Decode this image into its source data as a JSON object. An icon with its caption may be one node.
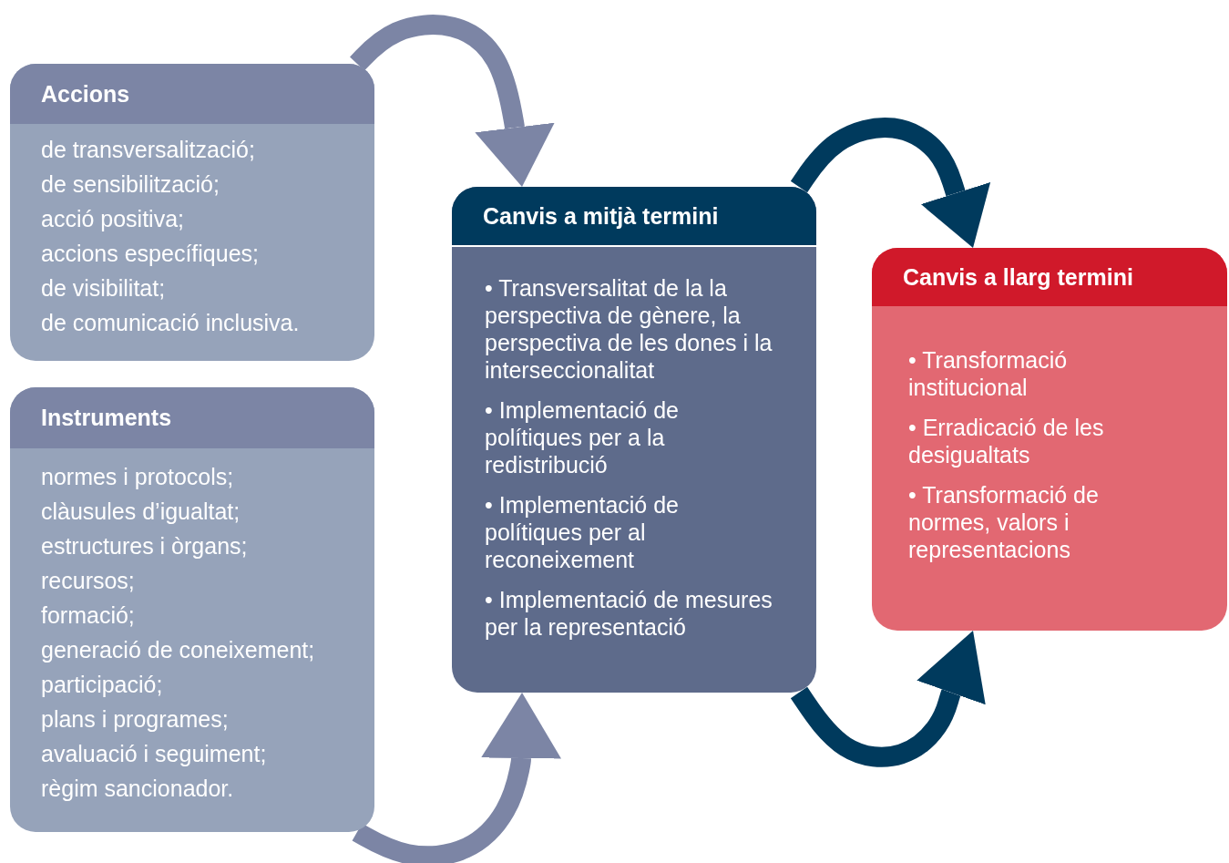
{
  "diagram": {
    "nodes": [
      {
        "text": [
          "Accions",
          "de transversalització;",
          "de sensibilització;",
          "acció positiva;",
          "accions específiques;",
          "de visibilitat;",
          "de comunicació inclusiva."
        ]
      },
      {
        "text": [
          "Instruments",
          "normes i protocols;",
          "clàusules d’igualtat;",
          "estructures i òrgans;",
          "recursos;",
          "formació;",
          "generació de coneixement;",
          "participació;",
          "plans i programes;",
          "avaluació i seguiment;",
          "règim sancionador."
        ]
      },
      {
        "text": [
          "Canvis a mitjà termini",
          "• Transversalitat de la la perspectiva de gènere, la perspectiva de les dones i la interseccionalitat",
          "• Implementació de polítiques per a la redistribució",
          "• Implementació de polítiques per al reconeixement",
          "• Implementació de mesures per la representació"
        ]
      },
      {
        "text": [
          "Canvis a llarg termini",
          "• Transformació institucional",
          "• Erradicació de les desigualtats",
          "• Transformació de normes, valors i representacions"
        ]
      }
    ],
    "edges": [
      {
        "from": 0,
        "to": 2,
        "arrow": "to",
        "color": "#7c85a5"
      },
      {
        "from": 1,
        "to": 2,
        "arrow": "to",
        "color": "#7c85a5"
      },
      {
        "from": 2,
        "to": 3,
        "arrow": "to",
        "color": "#003a5d"
      },
      {
        "from": 2,
        "to": 3,
        "arrow": "to",
        "color": "#003a5d"
      }
    ]
  }
}
